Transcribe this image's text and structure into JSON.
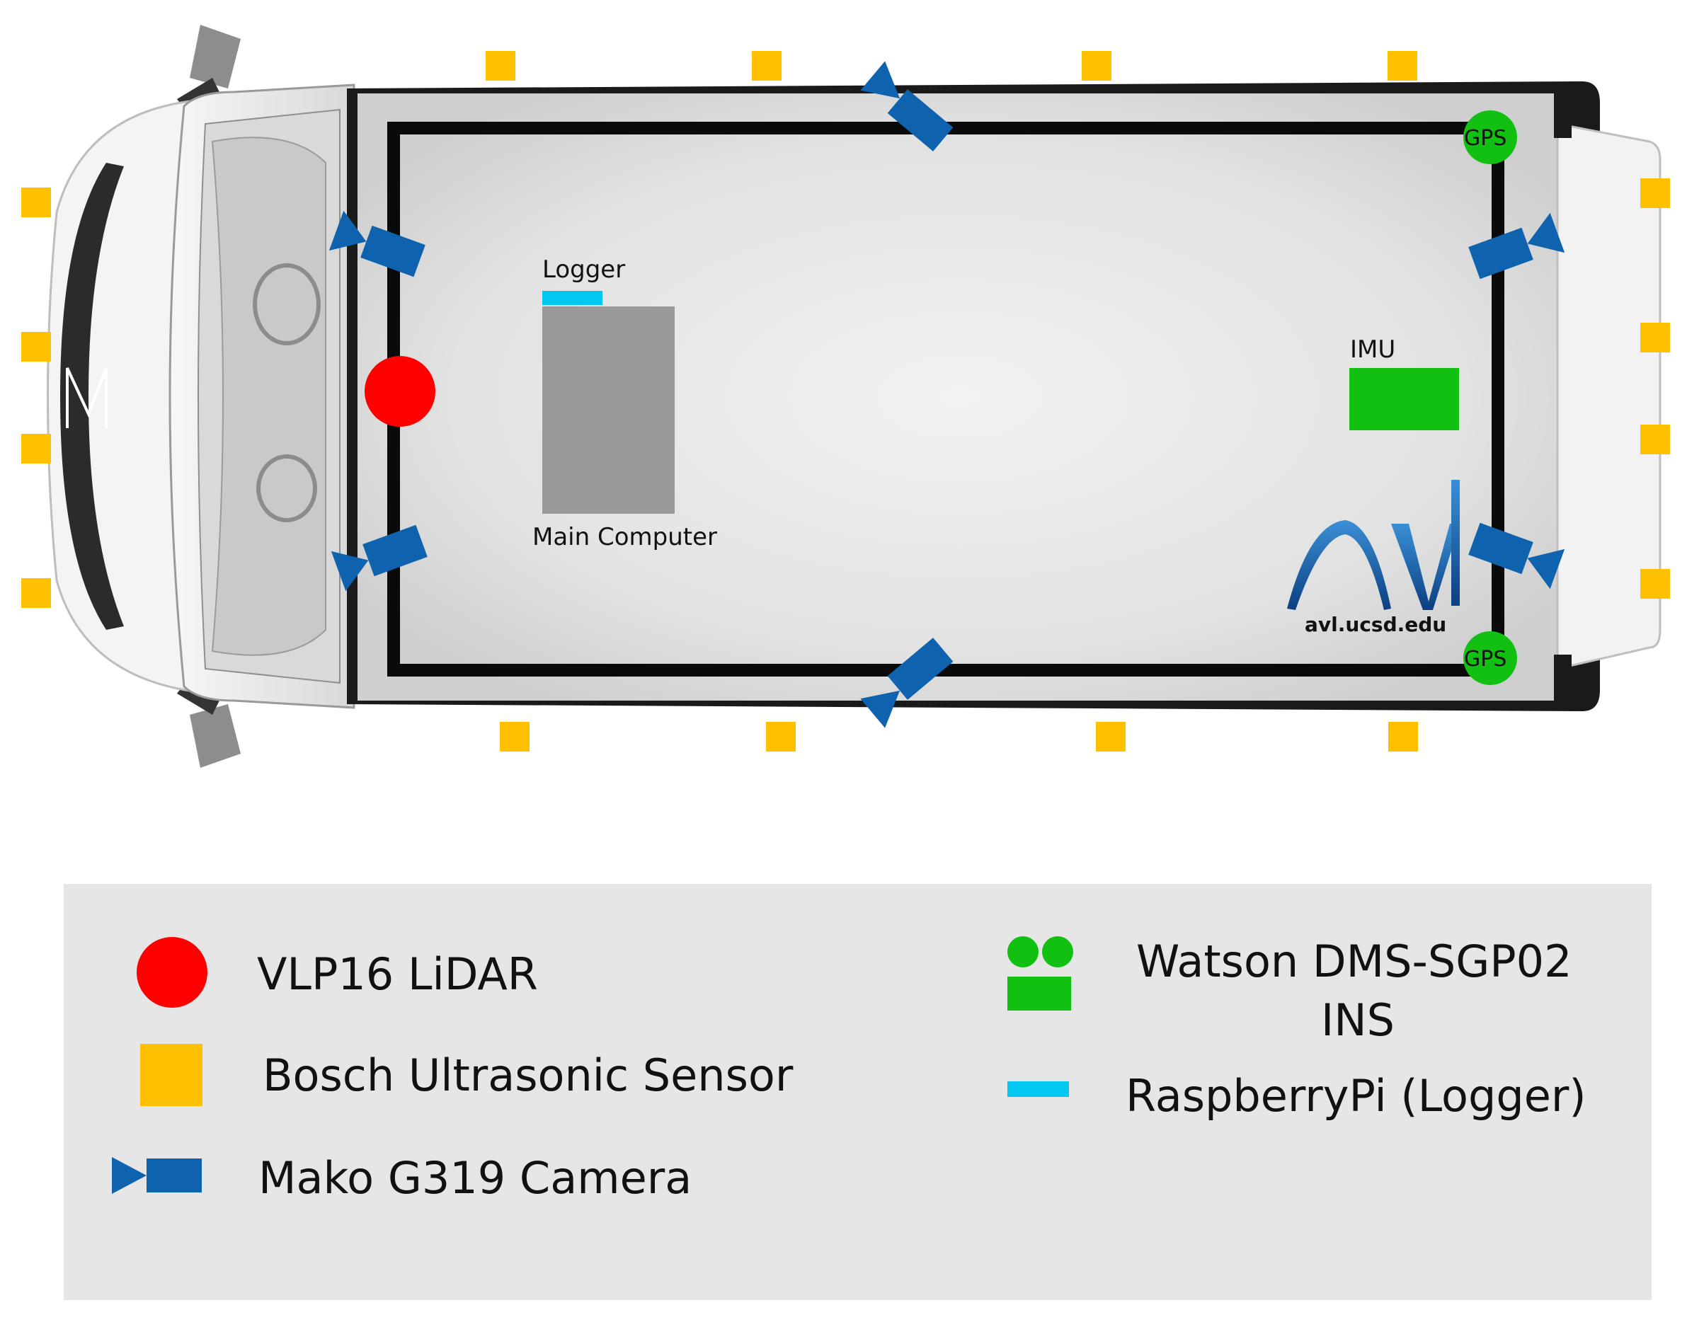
{
  "vehicle": {
    "labels": {
      "logger": "Logger",
      "main_computer": "Main Computer",
      "imu": "IMU",
      "gps_front": "GPS",
      "gps_rear": "GPS",
      "avl_url": "avl.ucsd.edu"
    }
  },
  "legend": {
    "lidar": "VLP16 LiDAR",
    "ultrasonic": "Bosch Ultrasonic Sensor",
    "camera": "Mako G319 Camera",
    "ins_line1": "Watson DMS-SGP02",
    "ins_line2": "INS",
    "logger": "RaspberryPi (Logger)"
  },
  "colors": {
    "lidar": "#ff0000",
    "ultrasonic": "#ffc000",
    "camera": "#0f62ad",
    "ins": "#12c012",
    "logger": "#00c8f0",
    "main_computer": "#999999",
    "legend_bg": "#e6e6e6"
  }
}
